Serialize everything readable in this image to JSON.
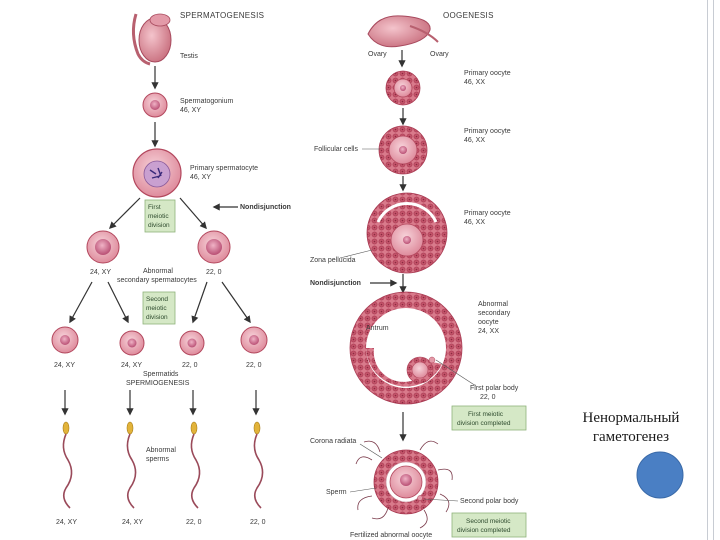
{
  "spermatogenesis": {
    "title": "SPERMATOGENESIS",
    "testis": "Testis",
    "spermatogonium": [
      "Spermatogonium",
      "46, XY"
    ],
    "primary_spermatocyte": [
      "Primary spermatocyte",
      "46, XY"
    ],
    "nondisjunction": "Nondisjunction",
    "first_meiotic_division": [
      "First",
      "meiotic",
      "division"
    ],
    "secondary_left_karyotype": "24, XY",
    "secondary_right_karyotype": "22, 0",
    "abnormal_secondary": [
      "Abnormal",
      "secondary spermatocytes"
    ],
    "second_meiotic_division": [
      "Second",
      "meiotic",
      "division"
    ],
    "spermatids_karyotypes": [
      "24, XY",
      "24, XY",
      "22, 0",
      "22, 0"
    ],
    "spermatids": [
      "Spermatids",
      "SPERMIOGENESIS"
    ],
    "abnormal_sperms": [
      "Abnormal",
      "sperms"
    ],
    "sperm_karyotypes": [
      "24, XY",
      "24, XY",
      "22, 0",
      "22, 0"
    ]
  },
  "oogenesis": {
    "title": "OOGENESIS",
    "ovary_left": "Ovary",
    "ovary_right": "Ovary",
    "primary_oocyte_1": [
      "Primary oocyte",
      "46, XX"
    ],
    "follicular_cells": "Follicular cells",
    "primary_oocyte_2": [
      "Primary oocyte",
      "46, XX"
    ],
    "primary_oocyte_3": [
      "Primary oocyte",
      "46, XX"
    ],
    "zona_pellucida": "Zona pellucida",
    "nondisjunction": "Nondisjunction",
    "abnormal_secondary_oocyte": [
      "Abnormal",
      "secondary",
      "oocyte",
      "24, XX"
    ],
    "antrum": "Antrum",
    "first_polar_body": [
      "First polar body",
      "22, 0"
    ],
    "first_meiotic_completed": [
      "First meiotic",
      "division completed"
    ],
    "corona_radiata": "Corona radiata",
    "sperm": "Sperm",
    "second_polar_body": "Second polar body",
    "second_meiotic_completed": [
      "Second meiotic",
      "division completed"
    ],
    "fertilized_oocyte": "Fertilized abnormal oocyte"
  },
  "caption": [
    "Ненормальный",
    "гаметогенез"
  ],
  "colors": {
    "cell": "#e7a7b3",
    "cell_edge": "#b3475d",
    "nucleus": "#d06a8a",
    "follicle": "#c9586c",
    "box_fill": "#d5e8c6",
    "box_edge": "#8fb37a",
    "accent_circle": "#4a7fc4"
  }
}
